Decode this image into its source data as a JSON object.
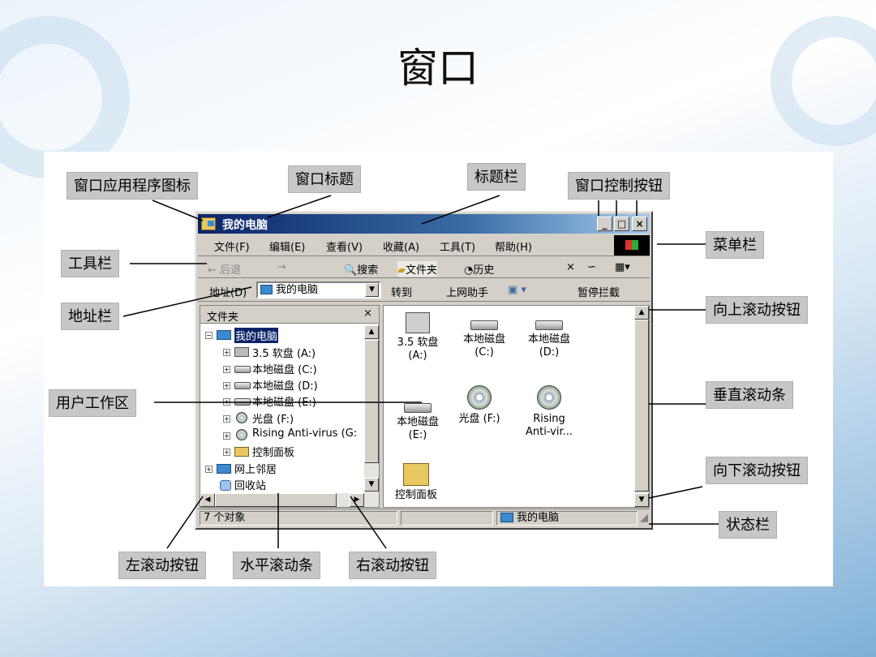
{
  "slide": {
    "title": "窗口"
  },
  "labels": {
    "app_icon": "窗口应用程序图标",
    "window_title": "窗口标题",
    "title_bar": "标题栏",
    "window_controls": "窗口控制按钮",
    "toolbar": "工具栏",
    "menu_bar": "菜单栏",
    "address_bar": "地址栏",
    "scroll_up": "向上滚动按钮",
    "vertical_scrollbar": "垂直滚动条",
    "workspace": "用户工作区",
    "scroll_down": "向下滚动按钮",
    "status_bar": "状态栏",
    "scroll_left": "左滚动按钮",
    "horizontal_scrollbar": "水平滚动条",
    "scroll_right": "右滚动按钮"
  },
  "window": {
    "title": "我的电脑",
    "controls": {
      "minimize": "_",
      "maximize": "□",
      "close": "×"
    },
    "menu": [
      "文件(F)",
      "编辑(E)",
      "查看(V)",
      "收藏(A)",
      "工具(T)",
      "帮助(H)"
    ],
    "toolbar": {
      "back": "← 后退",
      "forward": "→",
      "search": "搜索",
      "folders": "文件夹",
      "history": "历史",
      "delete": "×",
      "undo": "∽",
      "views": "▦▾"
    },
    "address": {
      "label": "地址(D)",
      "value": "我的电脑",
      "go": "转到",
      "helper": "上网助手",
      "pause": "暂停拦截"
    },
    "folder_pane": {
      "header": "文件夹",
      "close": "×",
      "tree": [
        "我的电脑",
        "3.5 软盘 (A:)",
        "本地磁盘 (C:)",
        "本地磁盘 (D:)",
        "本地磁盘 (E:)",
        "光盘 (F:)",
        "Rising Anti-virus (G:",
        "控制面板",
        "网上邻居",
        "回收站"
      ]
    },
    "files": [
      {
        "name": "3.5 软盘",
        "sub": "(A:)"
      },
      {
        "name": "本地磁盘",
        "sub": "(C:)"
      },
      {
        "name": "本地磁盘",
        "sub": "(D:)"
      },
      {
        "name": "本地磁盘",
        "sub": "(E:)"
      },
      {
        "name": "光盘 (F:)",
        "sub": ""
      },
      {
        "name": "Rising",
        "sub": "Anti-vir..."
      },
      {
        "name": "控制面板",
        "sub": ""
      }
    ],
    "status": {
      "count": "7 个对象",
      "location": "我的电脑"
    }
  },
  "colors": {
    "title_bar_start": "#0a246a",
    "title_bar_end": "#a6caf0",
    "label_bg": "#c7c7c7"
  }
}
